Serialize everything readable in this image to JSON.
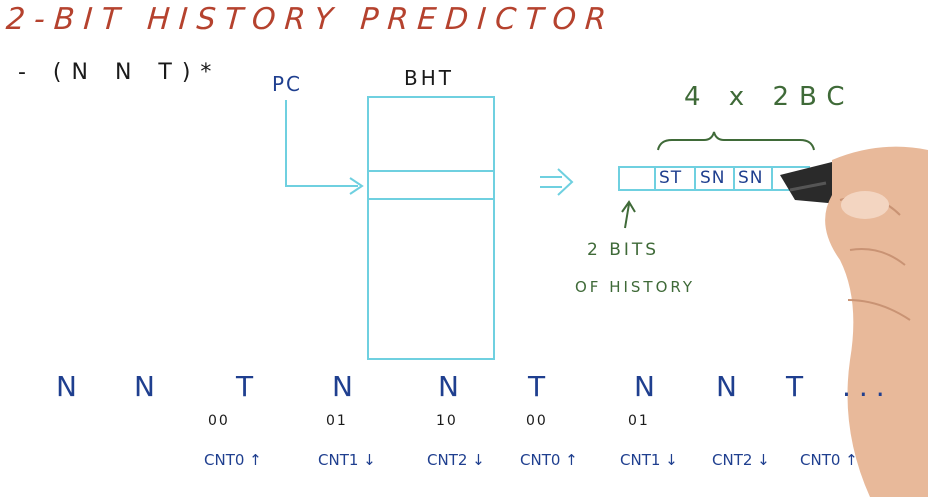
{
  "title": "2-BIT HISTORY PREDICTOR",
  "pattern": "- (N N T)*",
  "pc_label": "PC",
  "bht_label": "BHT",
  "counter_label": "4 x 2BC",
  "implies_symbol": "=>",
  "counters": [
    "ST",
    "SN",
    "SN",
    ""
  ],
  "history_label": [
    "2 BITS",
    "OF HISTORY"
  ],
  "sequence": [
    "N",
    "N",
    "T",
    "N",
    "N",
    "T",
    "N",
    "N",
    "T",
    "..."
  ],
  "history_values": [
    "00",
    "01",
    "10",
    "00",
    "01"
  ],
  "counter_updates": [
    "CNT0 ↑",
    "CNT1 ↓",
    "CNT2 ↓",
    "CNT0 ↑",
    "CNT1 ↓",
    "CNT2 ↓",
    "CNT0 ↑"
  ],
  "colors": {
    "title": "#b5422e",
    "ink_blue": "#1f3f8f",
    "ink_green": "#3f6a38",
    "ink_black": "#1a1a1a",
    "table_line": "#6fd0e0"
  }
}
